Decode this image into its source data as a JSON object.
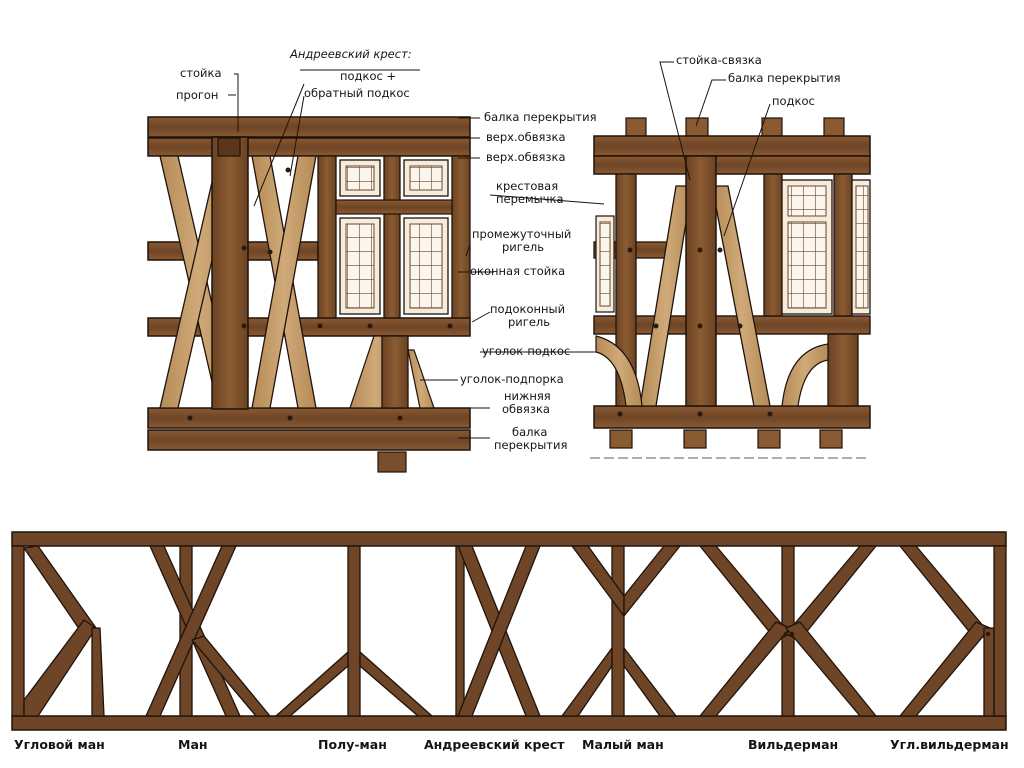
{
  "diagram": {
    "wall_labels": {
      "stoika": "стойка",
      "progon": "прогон",
      "andreevsky_title": "Андреевский крест:",
      "podkos_plus": "подкос +",
      "obratny_podkos": "обратный подкос",
      "balka_perekrytiya_top": "балка перекрытия",
      "verkh_obvyazka_1": "верх.обвязка",
      "verkh_obvyazka_2": "верх.обвязка",
      "krestovaya_1": "крестовая",
      "krestovaya_2": "перемычка",
      "promezh_1": "промежуточный",
      "promezh_2": "ригель",
      "okonnaya_stoika": "оконная стойка",
      "podokonny_1": "подоконный",
      "podokonny_2": "ригель",
      "ugolok_podkos": "уголок-подкос",
      "ugolok_podporka": "уголок-подпорка",
      "nizhnyaya_1": "нижняя",
      "nizhnyaya_2": "обвязка",
      "balka_bottom_1": "балка",
      "balka_bottom_2": "перекрытия",
      "stoika_svyazka": "стойка-связка",
      "balka_perekrytiya_right": "балка перекрытия",
      "podkos": "подкос"
    },
    "truss_types": [
      "Угловой ман",
      "Ман",
      "Полу-ман",
      "Андреевский крест",
      "Малый ман",
      "Вильдерман",
      "Угл.вильдерман"
    ]
  },
  "colors": {
    "timber_dark": "#6e4526",
    "timber_mid": "#8a5a32",
    "timber_light": "#c29a6a",
    "beam_bottom": "#7a4e2b",
    "outline": "#1e130b",
    "window_frame": "#f4ecdc",
    "label_text": "#1a1410"
  }
}
